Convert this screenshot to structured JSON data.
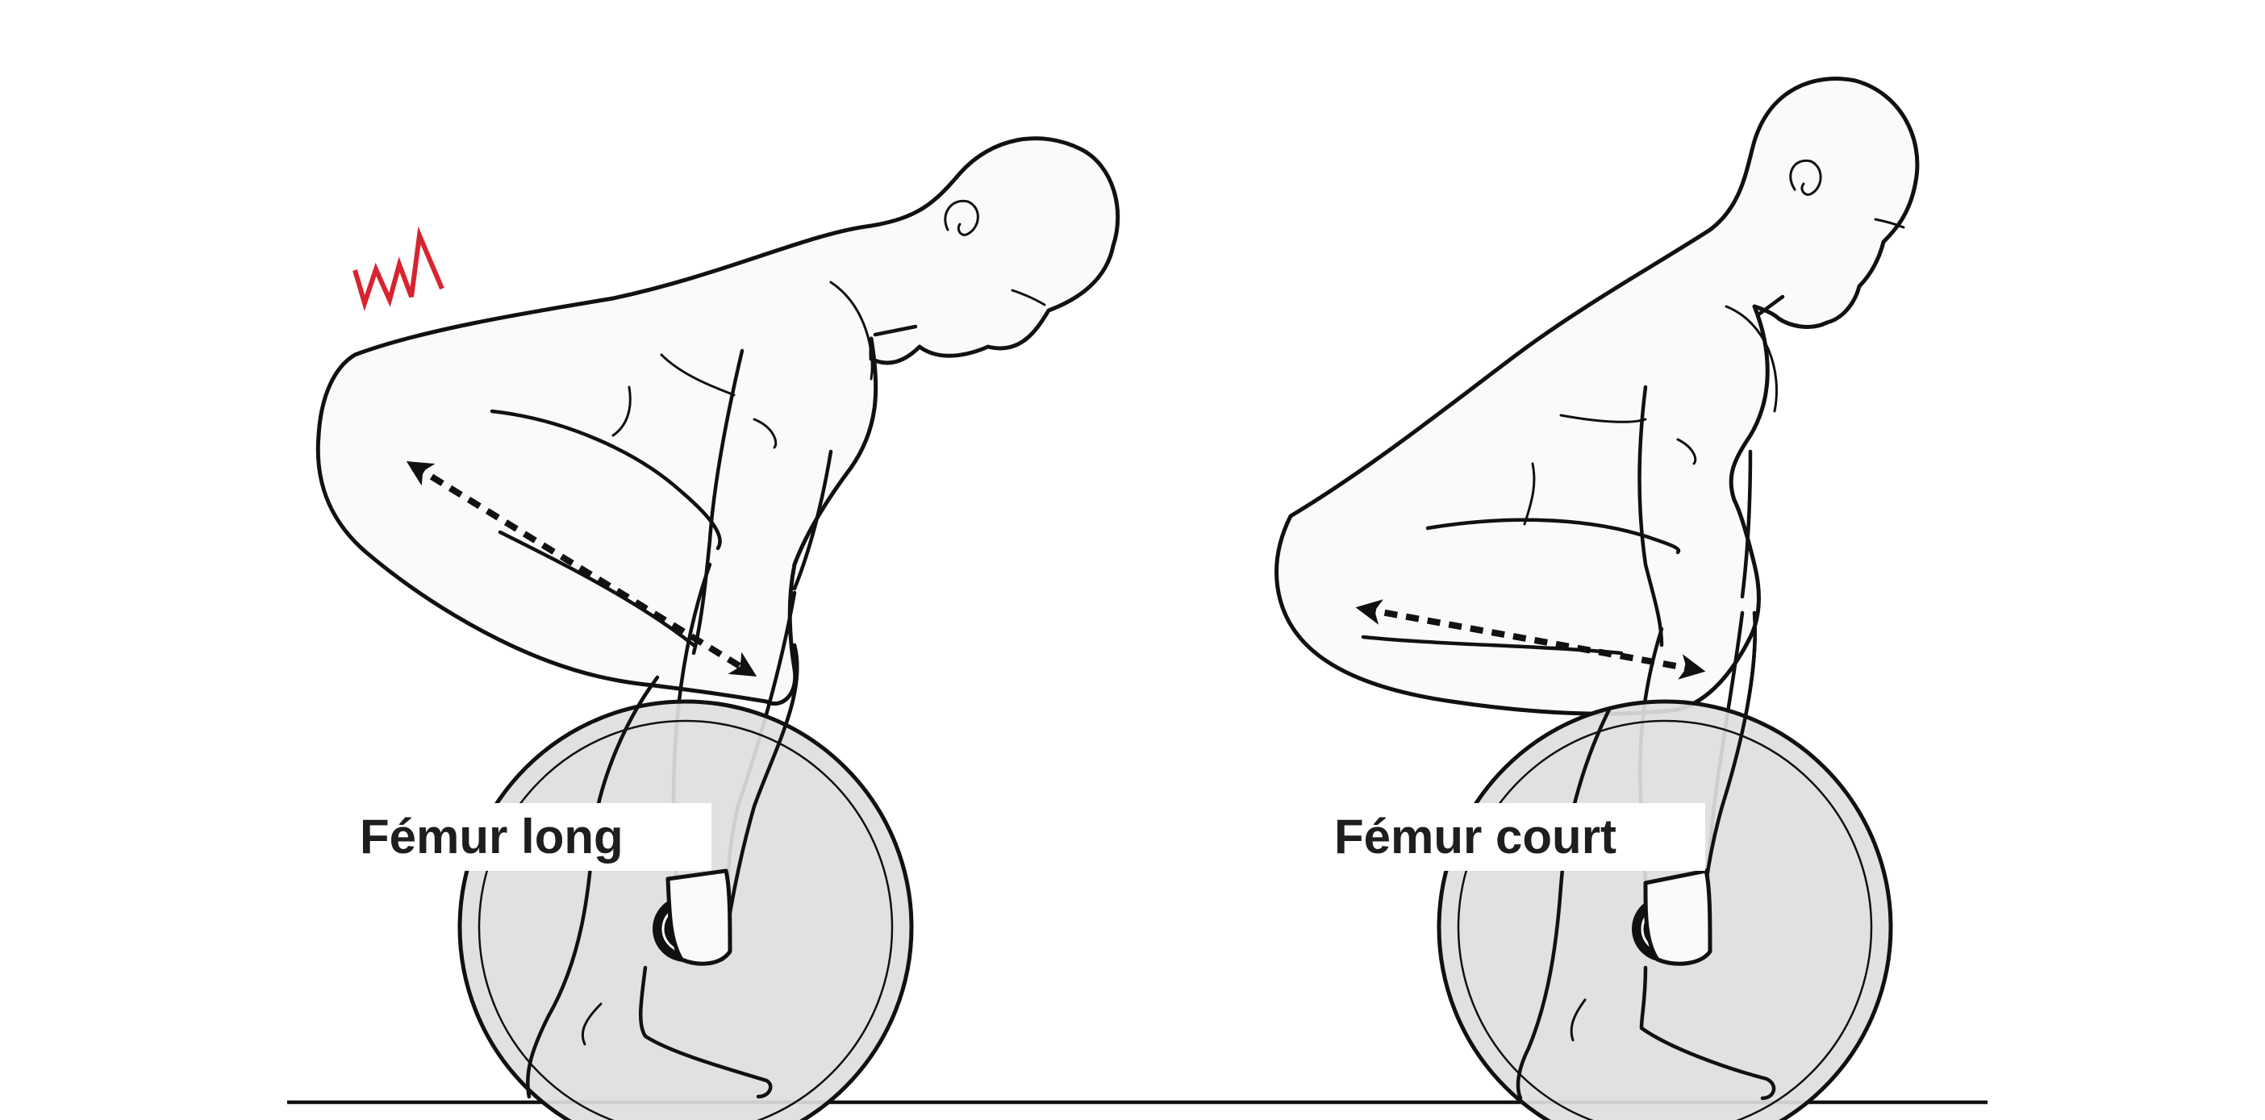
{
  "labels": {
    "long": "Fémur long",
    "short": "Fémur court"
  },
  "colors": {
    "strain_mark": "#d62430",
    "outline": "#111111",
    "plate_fill": "#dedede",
    "body_fill": "#fafafa"
  },
  "icons": {
    "strain": "lower-back-strain-zigzag",
    "femur_arrow": "double-headed-dashed-arrow"
  }
}
